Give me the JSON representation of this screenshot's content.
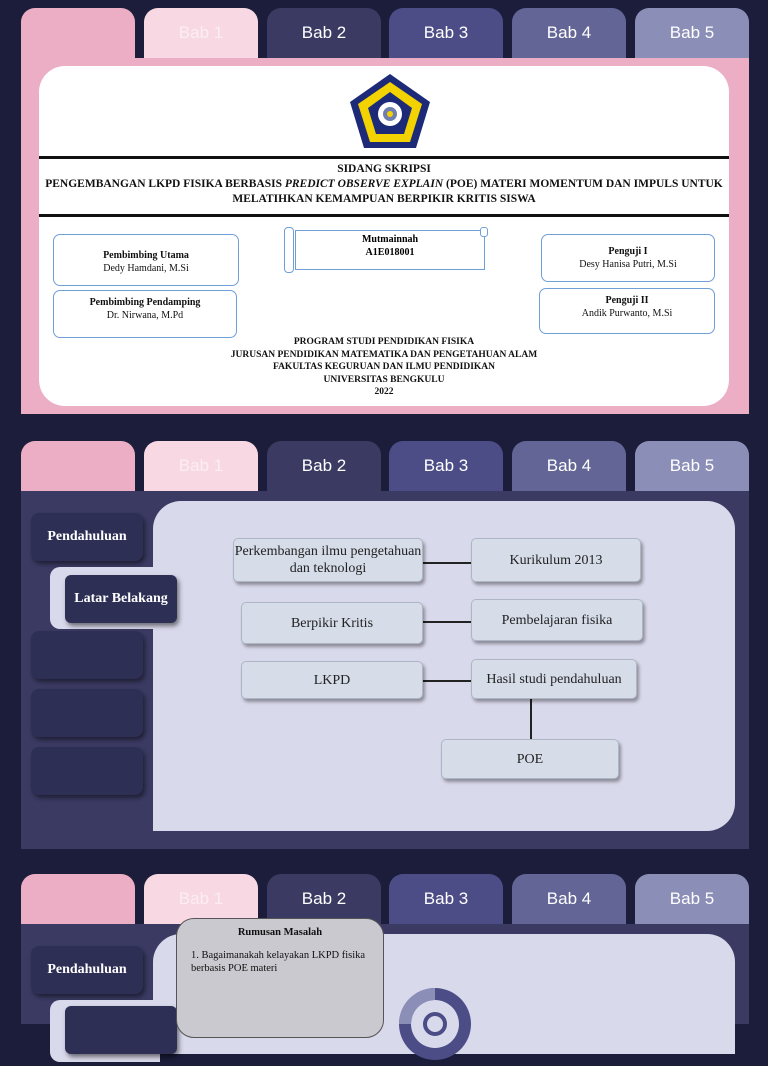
{
  "tabs": [
    "",
    "Bab 1",
    "Bab 2",
    "Bab 3",
    "Bab 4",
    "Bab 5"
  ],
  "cover": {
    "heading": "SIDANG SKRIPSI",
    "title_pre": "PENGEMBANGAN LKPD FISIKA BERBASIS ",
    "title_em": "PREDICT OBSERVE EXPLAIN",
    "title_post": " (POE) MATERI MOMENTUM DAN IMPULS UNTUK MELATIHKAN KEMAMPUAN BERPIKIR KRITIS SISWA",
    "student_name": "Mutmainnah",
    "student_id": "A1E018001",
    "pembimbing_utama_label": "Pembimbing Utama",
    "pembimbing_utama_name": "Dedy Hamdani, M.Si",
    "pembimbing_pendamping_label": "Pembimbing Pendamping",
    "pembimbing_pendamping_name": "Dr. Nirwana, M.Pd",
    "penguji1_label": "Penguji I",
    "penguji1_name": "Desy Hanisa Putri, M.Si",
    "penguji2_label": "Penguji II",
    "penguji2_name": "Andik Purwanto, M.Si",
    "inst_lines": [
      "PROGRAM STUDI PENDIDIKAN FISIKA",
      "JURUSAN PENDIDIKAN MATEMATIKA DAN PENGETAHUAN ALAM",
      "FAKULTAS KEGURUAN DAN ILMU PENDIDIKAN",
      "UNIVERSITAS BENGKULU",
      "2022"
    ]
  },
  "slide2": {
    "side_main": "Pendahuluan",
    "side_active": "Latar Belakang",
    "nodes": {
      "perkembangan": "Perkembangan ilmu pengetahuan dan teknologi",
      "kurikulum": "Kurikulum 2013",
      "berpikir": "Berpikir Kritis",
      "pembelajaran": "Pembelajaran fisika",
      "lkpd": "LKPD",
      "hasil": "Hasil studi pendahuluan",
      "poe": "POE"
    }
  },
  "slide3": {
    "side_main": "Pendahuluan",
    "rumusan_title": "Rumusan Masalah",
    "rumusan_item": "1. Bagaimanakah kelayakan LKPD fisika berbasis POE materi"
  },
  "colors": {
    "pink": "#ecaec4",
    "navy": "#3a3a63",
    "panel": "#d9d9ec",
    "logo_yellow": "#f2d200",
    "logo_blue": "#1c2a78"
  }
}
